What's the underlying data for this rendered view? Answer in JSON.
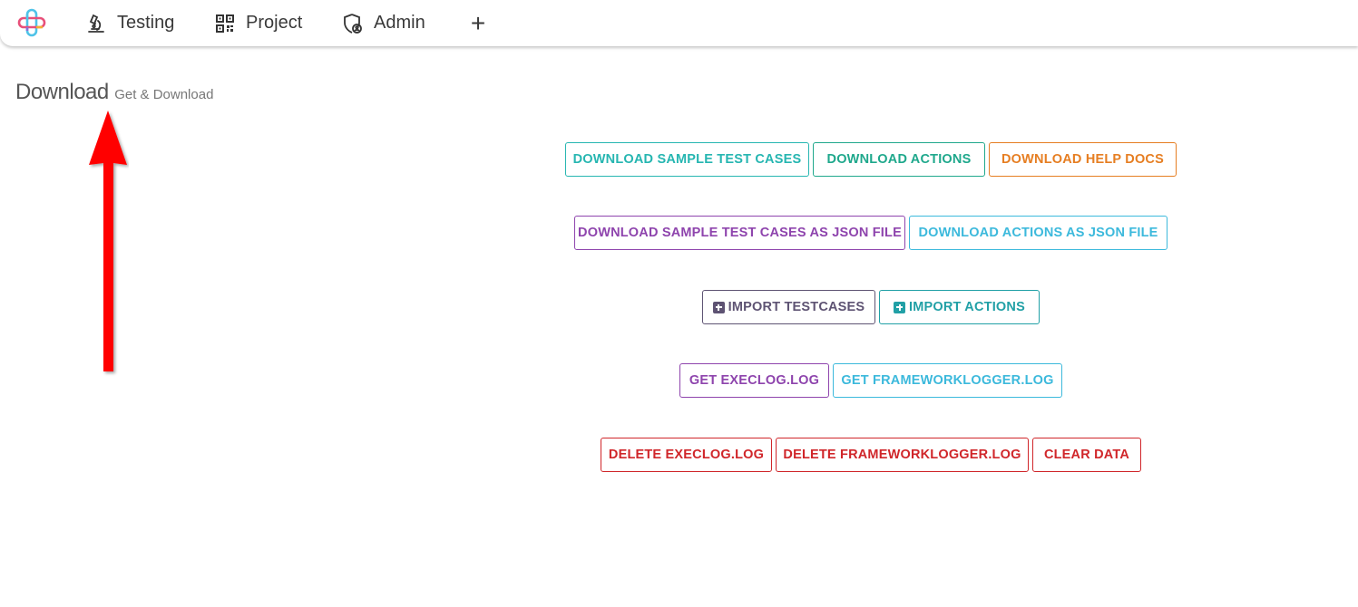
{
  "nav": {
    "items": [
      {
        "label": "Testing",
        "icon": "microscope-icon"
      },
      {
        "label": "Project",
        "icon": "qr-code-icon"
      },
      {
        "label": "Admin",
        "icon": "shield-user-icon"
      }
    ],
    "add_label": "+"
  },
  "header": {
    "title": "Download",
    "subtitle": "Get & Download"
  },
  "buttons": {
    "download_sample_test_cases": "DOWNLOAD SAMPLE TEST CASES",
    "download_actions": "DOWNLOAD ACTIONS",
    "download_help_docs": "DOWNLOAD HELP DOCS",
    "download_sample_test_cases_json": "DOWNLOAD SAMPLE TEST CASES AS JSON FILE",
    "download_actions_json": "DOWNLOAD ACTIONS AS JSON FILE",
    "import_testcases": "IMPORT TESTCASES",
    "import_actions": "IMPORT ACTIONS",
    "get_execlog": "GET EXECLOG.LOG",
    "get_frameworklogger": "GET FRAMEWORKLOGGER.LOG",
    "delete_execlog": "DELETE EXECLOG.LOG",
    "delete_frameworklogger": "DELETE FRAMEWORKLOGGER.LOG",
    "clear_data": "CLEAR DATA"
  },
  "colors": {
    "teal": "#26b6b1",
    "green": "#1fa88c",
    "orange": "#e67e22",
    "purple": "#8e44ad",
    "sky": "#3cb9dc",
    "slate": "#5e5373",
    "red": "#d0262a",
    "annotation_arrow": "#ff0000"
  }
}
